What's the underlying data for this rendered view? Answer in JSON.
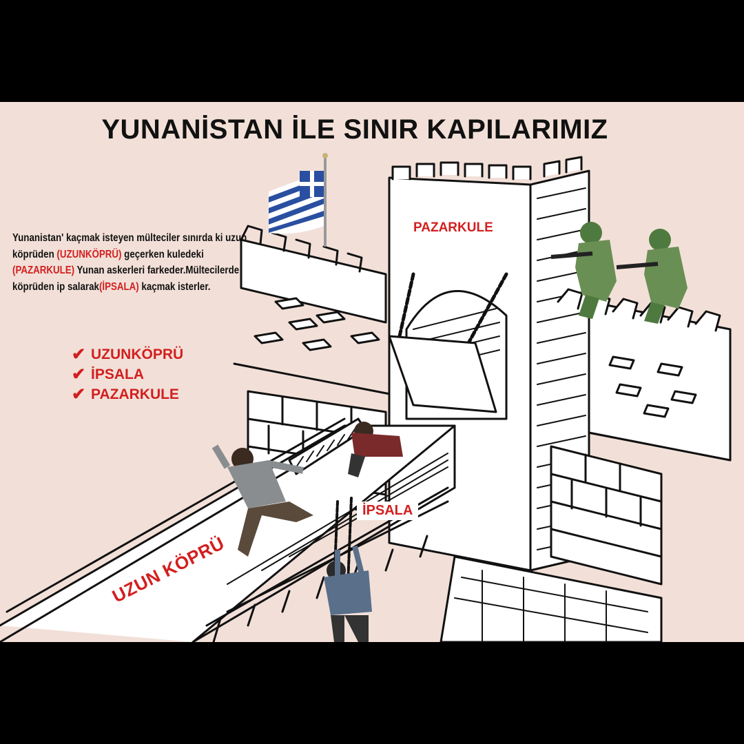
{
  "title": "YUNANİSTAN İLE SINIR KAPILARIMIZ",
  "description": {
    "p1": "Yunanistan' kaçmak isteyen mülteciler sınırda ki uzun köprüden ",
    "red1": "(UZUNKÖPRÜ)",
    "p2": " geçerken kuledeki ",
    "red2": "(PAZARKULE)",
    "p3": " Yunan askerleri farkeder.Mültecilerde köprüden ip salarak",
    "red3": "(İPSALA)",
    "p4": " kaçmak isterler."
  },
  "checklist": [
    "UZUNKÖPRÜ",
    "İPSALA",
    "PAZARKULE"
  ],
  "labels": {
    "pazarkule": "PAZARKULE",
    "ipsala": "İPSALA",
    "uzun_kopru": "UZUN KÖPRÜ"
  },
  "icons": {
    "check": "check-icon",
    "flag": "greek-flag-icon"
  },
  "colors": {
    "background": "#f2e0d8",
    "accent_red": "#d21f1f",
    "letterbox": "#000000"
  }
}
